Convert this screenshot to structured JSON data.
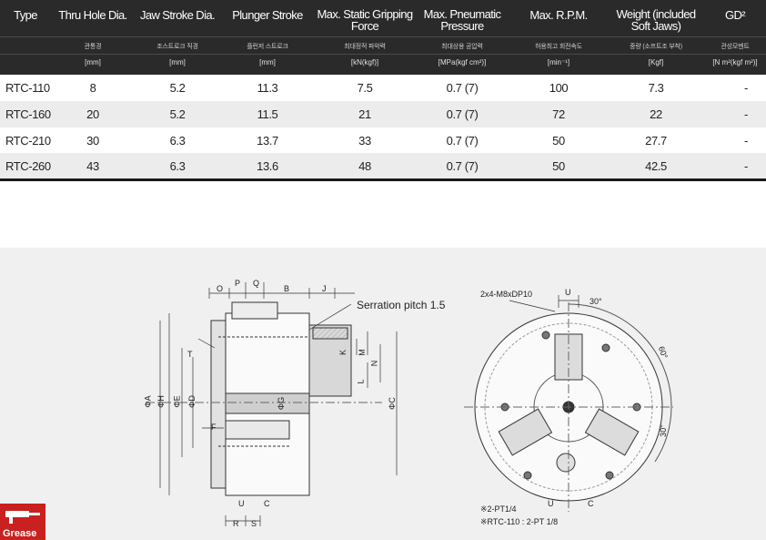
{
  "table": {
    "columns": [
      {
        "name": "Type",
        "sub": "",
        "unit": ""
      },
      {
        "name": "Thru Hole Dia.",
        "sub": "관통경",
        "unit": "[mm]"
      },
      {
        "name": "Jaw Stroke Dia.",
        "sub": "조스트로크 직경",
        "unit": "[mm]"
      },
      {
        "name": "Plunger Stroke",
        "sub": "플런저 스트로크",
        "unit": "[mm]"
      },
      {
        "name": "Max. Static Gripping Force",
        "sub": "최대정적 파악력",
        "unit": "[kN(kgf)]"
      },
      {
        "name": "Max. Pneumatic Pressure",
        "sub": "최대상용 공압력",
        "unit": "[MPa(kgf cm²)]"
      },
      {
        "name": "Max. R.P.M.",
        "sub": "허용최고 회전속도",
        "unit": "[min⁻¹]"
      },
      {
        "name": "Weight (included Soft Jaws)",
        "sub": "중량 (소프트조 부착)",
        "unit": "[Kgf]"
      },
      {
        "name": "GD²",
        "sub": "관성모멘트",
        "unit": "[N m²(kgf m²)]"
      }
    ],
    "rows": [
      [
        "RTC-110",
        "8",
        "5.2",
        "11.3",
        "7.5",
        "0.7 (7)",
        "100",
        "7.3",
        "-"
      ],
      [
        "RTC-160",
        "20",
        "5.2",
        "11.5",
        "21",
        "0.7 (7)",
        "72",
        "22",
        "-"
      ],
      [
        "RTC-210",
        "30",
        "6.3",
        "13.7",
        "33",
        "0.7 (7)",
        "50",
        "27.7",
        "-"
      ],
      [
        "RTC-260",
        "43",
        "6.3",
        "13.6",
        "48",
        "0.7 (7)",
        "50",
        "42.5",
        "-"
      ]
    ]
  },
  "drawing": {
    "side_view": {
      "serration_label": "Serration pitch 1.5",
      "dims_top": [
        "O",
        "P",
        "Q",
        "B",
        "J"
      ],
      "dims_left": [
        "ΦA",
        "ΦH",
        "ΦE",
        "ΦD"
      ],
      "dims_inner": [
        "T",
        "F",
        "ΦG"
      ],
      "dims_right": [
        "K",
        "M",
        "N",
        "L",
        "ΦC"
      ],
      "dims_bottom": [
        "U",
        "C",
        "R",
        "S"
      ]
    },
    "front_view": {
      "hole_label": "2x4-M8xDP10",
      "dim_u": "U",
      "angles": [
        "30°",
        "60°",
        "30°"
      ],
      "bottom_labels": [
        "U",
        "C"
      ],
      "note_1": "※2-PT1/4",
      "note_2": "※RTC-110 : 2-PT 1/8"
    },
    "badge": "Grease"
  }
}
